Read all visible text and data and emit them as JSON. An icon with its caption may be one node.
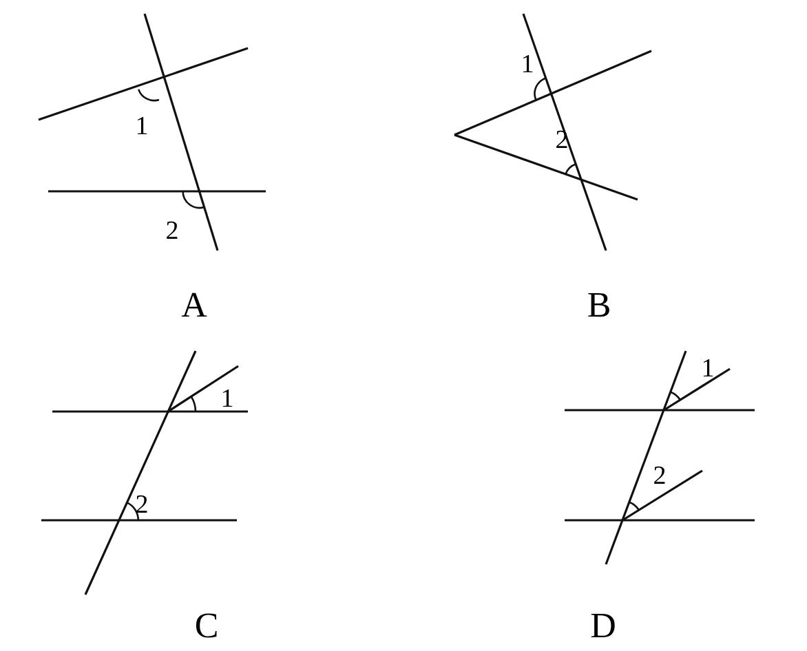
{
  "diagram": {
    "labels": [
      "1",
      "2",
      "A",
      "1",
      "2",
      "B",
      "1",
      "2",
      "C",
      "1",
      "2",
      "D"
    ]
  }
}
